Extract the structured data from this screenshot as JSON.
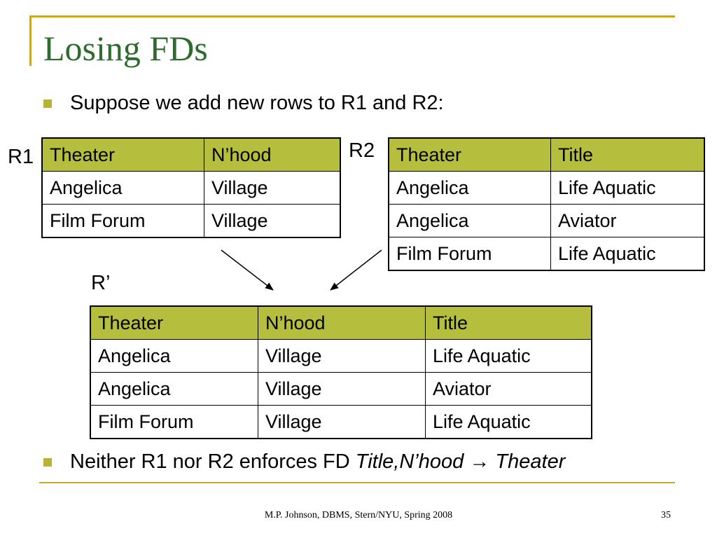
{
  "slide": {
    "title": "Losing FDs",
    "bullet1": "Suppose we add new rows to R1 and R2:",
    "bullet2_text": "Neither R1 nor R2 enforces FD ",
    "bullet2_fd_left": "Title,N’hood",
    "bullet2_arrow": "→",
    "bullet2_fd_right": "Theater",
    "footer": "M.P. Johnson, DBMS, Stern/NYU, Spring 2008",
    "page_number": "35"
  },
  "tables": {
    "r1": {
      "label": "R1",
      "headers": [
        "Theater",
        "N’hood"
      ],
      "rows": [
        [
          "Angelica",
          "Village"
        ],
        [
          "Film Forum",
          "Village"
        ]
      ]
    },
    "r2": {
      "label": "R2",
      "headers": [
        "Theater",
        "Title"
      ],
      "rows": [
        [
          "Angelica",
          "Life Aquatic"
        ],
        [
          "Angelica",
          "Aviator"
        ],
        [
          "Film Forum",
          "Life Aquatic"
        ]
      ]
    },
    "rprime": {
      "label": "R’",
      "headers": [
        "Theater",
        "N’hood",
        "Title"
      ],
      "rows": [
        [
          "Angelica",
          "Village",
          "Life Aquatic"
        ],
        [
          "Angelica",
          "Village",
          "Aviator"
        ],
        [
          "Film Forum",
          "Village",
          "Life Aquatic"
        ]
      ]
    }
  },
  "colors": {
    "accent_frame": "#c9a72a",
    "title_green": "#2e6b2e",
    "header_fill": "#b5bf3d",
    "bullet": "#b7b435"
  }
}
